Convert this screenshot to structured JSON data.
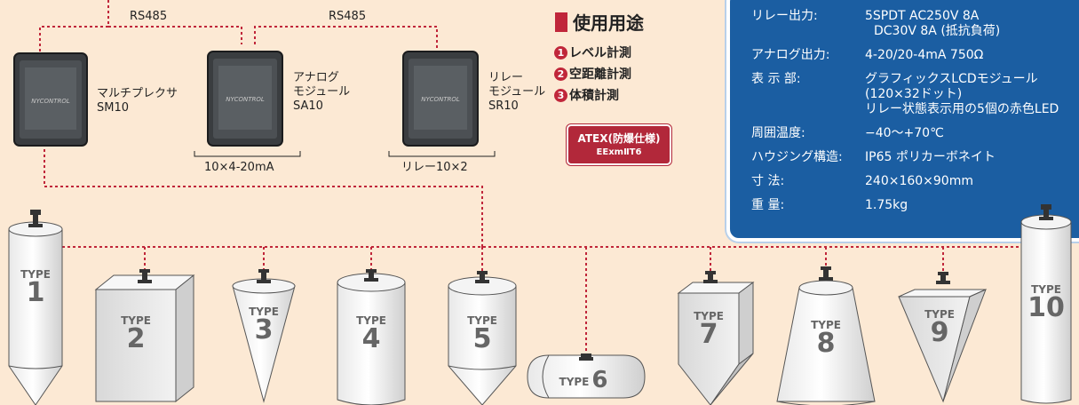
{
  "bus": {
    "rs485_left": "RS485",
    "rs485_right": "RS485"
  },
  "modules": [
    {
      "name_line1": "マルチプレクサ",
      "name_line2": "SM10",
      "name_line3": "",
      "brand": "NYCONTROL"
    },
    {
      "name_line1": "アナログ",
      "name_line2": "モジュール",
      "name_line3": "SA10",
      "brand": "NYCONTROL",
      "output": "10×4-20mA"
    },
    {
      "name_line1": "リレー",
      "name_line2": "モジュール",
      "name_line3": "SR10",
      "brand": "NYCONTROL",
      "output": "リレー10×2"
    }
  ],
  "usage": {
    "title": "使用用途",
    "items": [
      {
        "num": "1",
        "label": "レベル計測"
      },
      {
        "num": "2",
        "label": "空距離計測"
      },
      {
        "num": "3",
        "label": "体積計測"
      }
    ]
  },
  "atex": {
    "line1": "ATEX(防爆仕様)",
    "line2": "EExmⅡT6"
  },
  "specs": [
    {
      "key": "リレー出力:",
      "value": "5SPDT AC250V 8A"
    },
    {
      "key": "",
      "value": "DC30V 8A (抵抗負荷)"
    },
    {
      "key": "アナログ出力:",
      "value": "4-20/20-4mA 750Ω"
    },
    {
      "key": "表 示 部:",
      "value": "グラフィックスLCDモジュール"
    },
    {
      "key": "",
      "value": "(120×32ドット)"
    },
    {
      "key": "",
      "value": "リレー状態表示用の5個の赤色LED"
    },
    {
      "key": "周囲温度:",
      "value": "−40〜+70℃"
    },
    {
      "key": "ハウジング構造:",
      "value": "IP65 ポリカーボネイト"
    },
    {
      "key": "寸 法:",
      "value": "240×160×90mm"
    },
    {
      "key": "重 量:",
      "value": "1.75kg"
    }
  ],
  "tanks": [
    {
      "type": "TYPE",
      "num": "1"
    },
    {
      "type": "TYPE",
      "num": "2"
    },
    {
      "type": "TYPE",
      "num": "3"
    },
    {
      "type": "TYPE",
      "num": "4"
    },
    {
      "type": "TYPE",
      "num": "5"
    },
    {
      "type": "TYPE",
      "num": "6"
    },
    {
      "type": "TYPE",
      "num": "7"
    },
    {
      "type": "TYPE",
      "num": "8"
    },
    {
      "type": "TYPE",
      "num": "9"
    },
    {
      "type": "TYPE",
      "num": "10"
    }
  ],
  "colors": {
    "background": "#fce9d4",
    "bus_line": "#c0263a",
    "spec_panel": "#1b5ea2",
    "accent": "#c0263a"
  }
}
